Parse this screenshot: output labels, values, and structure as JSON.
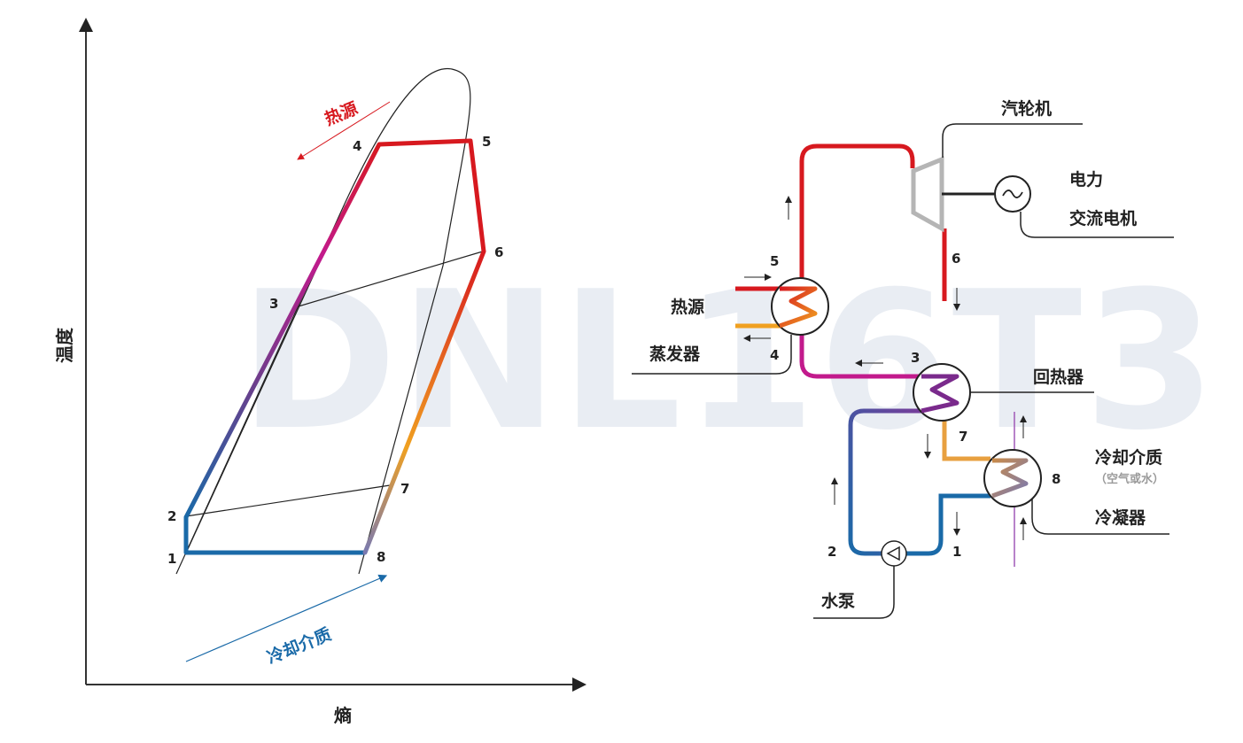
{
  "watermark": "DNL16T3",
  "ts_diagram": {
    "y_axis_label": "温度",
    "x_axis_label": "熵",
    "heat_source_label": "热源",
    "cooling_medium_label": "冷却介质",
    "points": [
      "1",
      "2",
      "3",
      "4",
      "5",
      "6",
      "7",
      "8"
    ]
  },
  "cycle_diagram": {
    "turbine": "汽轮机",
    "power": "电力",
    "generator": "交流电机",
    "heat_source": "热源",
    "evaporator": "蒸发器",
    "recuperator": "回热器",
    "cooling_medium": "冷却介质",
    "cooling_note": "（空气或水）",
    "condenser": "冷凝器",
    "pump": "水泵",
    "points": [
      "1",
      "2",
      "3",
      "4",
      "5",
      "6",
      "7",
      "8"
    ]
  },
  "colors": {
    "hot": "#d7191f",
    "warm": "#f0a020",
    "mid": "#b01c8c",
    "cold": "#1a6aa8",
    "grey": "#b5b5b5",
    "text": "#222222"
  }
}
